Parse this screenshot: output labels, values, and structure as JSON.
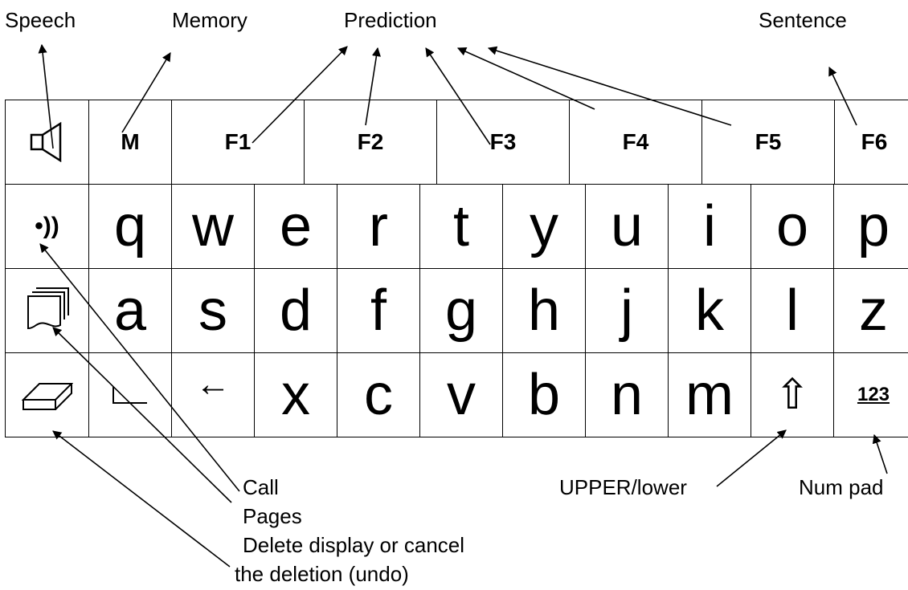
{
  "top_labels": {
    "speech": "Speech",
    "memory": "Memory",
    "prediction": "Prediction",
    "sentence": "Sentence"
  },
  "function_row": {
    "memory_key": "M",
    "f_keys": [
      "F1",
      "F2",
      "F3",
      "F4",
      "F5",
      "F6"
    ]
  },
  "letter_rows": [
    [
      "q",
      "w",
      "e",
      "r",
      "t",
      "y",
      "u",
      "i",
      "o",
      "p"
    ],
    [
      "a",
      "s",
      "d",
      "f",
      "g",
      "h",
      "j",
      "k",
      "l",
      "z"
    ],
    [
      "x",
      "c",
      "v",
      "b",
      "n",
      "m"
    ]
  ],
  "special_keys": {
    "call_icon": "•))",
    "backspace_icon": "←",
    "shift_icon": "⇧",
    "num_pad_label": "123"
  },
  "bottom_labels": {
    "call": "Call",
    "pages": "Pages",
    "delete_line1": "Delete display or cancel",
    "delete_line2": "the deletion (undo)",
    "upper_lower": "UPPER/lower",
    "num_pad": "Num pad"
  }
}
